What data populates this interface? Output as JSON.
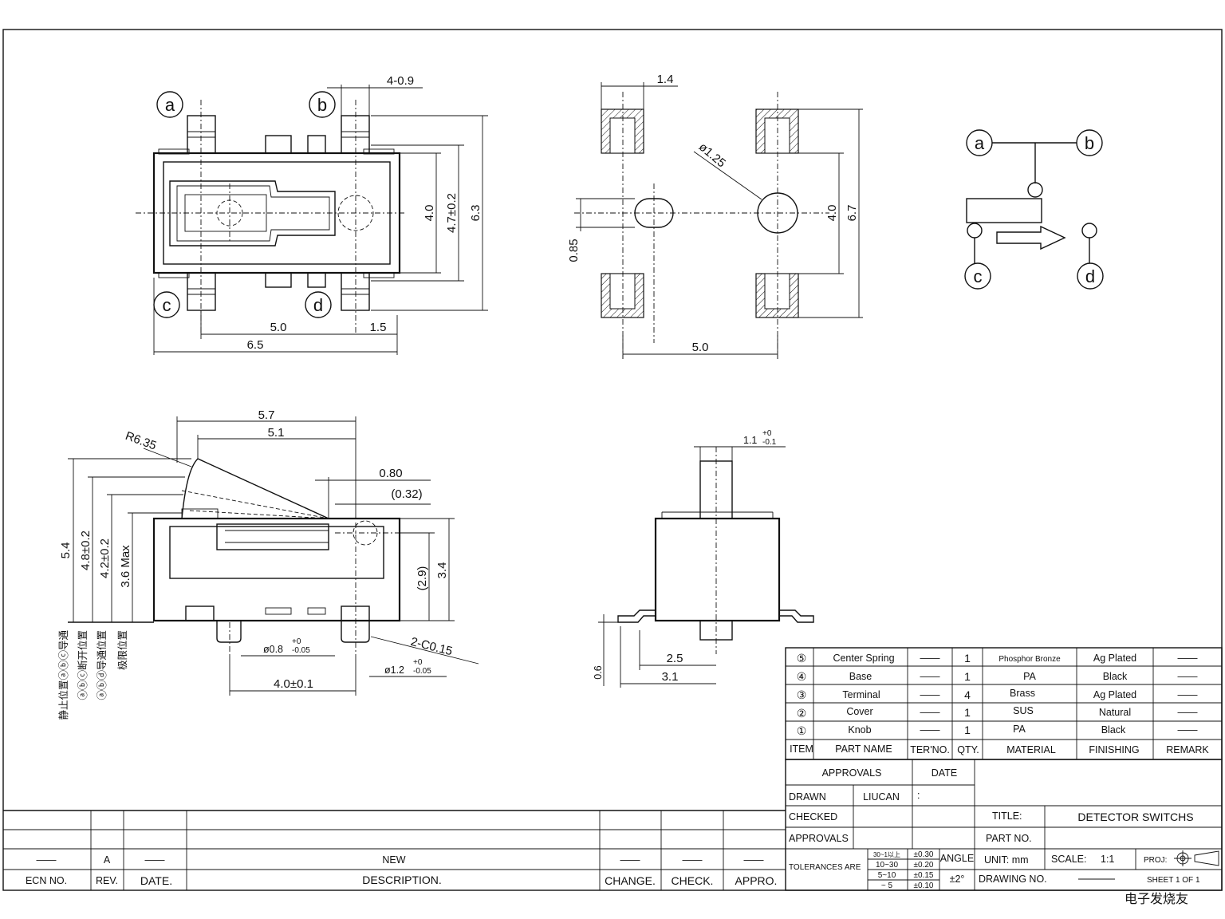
{
  "top_view": {
    "labels": [
      "a",
      "b",
      "c",
      "d"
    ],
    "dims": [
      "4-0.9",
      "4.0",
      "4.7±0.2",
      "6.3",
      "5.0",
      "1.5",
      "6.5"
    ]
  },
  "pcb_layout": {
    "dims": [
      "1.4",
      "ø1.25",
      "0.85",
      "4.0",
      "6.7",
      "5.0"
    ]
  },
  "schematic": {
    "labels": [
      "a",
      "b",
      "c",
      "d"
    ]
  },
  "side_view": {
    "dims": [
      "5.7",
      "5.1",
      "R6.35",
      "0.80",
      "(0.32)",
      "5.4",
      "4.8±0.2",
      "4.2±0.2",
      "3.6 Max",
      "(2.9)",
      "3.4",
      "2-C0.15",
      "4.0±0.1"
    ],
    "dia_small": "ø0.8",
    "tol_small_up": "+0",
    "tol_small_down": "-0.05",
    "dia_large": "ø1.2",
    "tol_large_up": "+0",
    "tol_large_down": "-0.05",
    "positions": [
      "静止位置ⓐⓑⓒ导通",
      "ⓐⓑⓒ断开位置",
      "ⓐⓑⓓ导通位置",
      "极限位置"
    ]
  },
  "front_view": {
    "dim_top": "1.1",
    "dim_top_up": "+0",
    "dim_top_down": "-0.1",
    "dims": [
      "0.6",
      "2.5",
      "3.1"
    ]
  },
  "bom": {
    "headers": [
      "ITEM",
      "PART NAME",
      "TER'NO.",
      "QTY.",
      "MATERIAL",
      "FINISHING",
      "REMARK"
    ],
    "rows": [
      {
        "item": "⑤",
        "part": "Center Spring",
        "ter": "——",
        "qty": "1",
        "material": "Phosphor Bronze",
        "finishing": "Ag Plated",
        "remark": "——"
      },
      {
        "item": "④",
        "part": "Base",
        "ter": "——",
        "qty": "1",
        "material": "PA",
        "finishing": "Black",
        "remark": "——"
      },
      {
        "item": "③",
        "part": "Terminal",
        "ter": "——",
        "qty": "4",
        "material": "Brass",
        "finishing": "Ag Plated",
        "remark": "——"
      },
      {
        "item": "②",
        "part": "Cover",
        "ter": "——",
        "qty": "1",
        "material": "SUS",
        "finishing": "Natural",
        "remark": "——"
      },
      {
        "item": "①",
        "part": "Knob",
        "ter": "——",
        "qty": "1",
        "material": "PA",
        "finishing": "Black",
        "remark": "——"
      }
    ]
  },
  "title_block": {
    "approvals": "APPROVALS",
    "date": "DATE",
    "drawn": "DRAWN",
    "drawn_by": "LIUCAN",
    "drawn_date": ":",
    "checked": "CHECKED",
    "approvals_row": "APPROVALS",
    "title_label": "TITLE:",
    "title": "DETECTOR SWITCHS",
    "part_no": "PART NO.",
    "tolerances": "TOLERANCES ARE",
    "tol_ranges": [
      "30~1以上",
      "10~30",
      "5~10",
      "~ 5"
    ],
    "tol_values": [
      "±0.30",
      "±0.20",
      "±0.15",
      "±0.10"
    ],
    "angle": "ANGLE",
    "angle_value": "±2°",
    "unit": "UNIT: mm",
    "scale": "SCALE:",
    "scale_value": "1:1",
    "proj": "PROJ:",
    "drawing_no": "DRAWING NO.",
    "sheet": "SHEET 1 OF 1"
  },
  "revision": {
    "headers": [
      "ECN NO.",
      "REV.",
      "DATE.",
      "DESCRIPTION.",
      "CHANGE.",
      "CHECK.",
      "APPRO."
    ],
    "row": {
      "ecn": "——",
      "rev": "A",
      "date": "——",
      "description": "NEW",
      "change": "——",
      "check": "——",
      "appro": "——"
    }
  },
  "watermark": "电子发烧友"
}
